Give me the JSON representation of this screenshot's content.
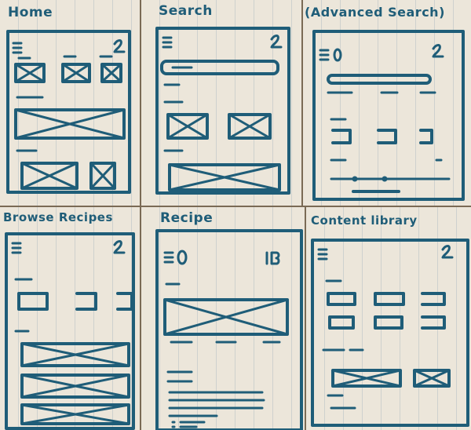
{
  "pages": [
    {
      "title": "Home"
    },
    {
      "title": "Search"
    },
    {
      "title": "(Advanced Search)"
    },
    {
      "title": "Browse Recipes"
    },
    {
      "title": "Recipe"
    },
    {
      "title": "Content library"
    }
  ],
  "colors": {
    "ink": "#1f5d78",
    "paper": "#ece6da",
    "background": "#7a6a55"
  }
}
